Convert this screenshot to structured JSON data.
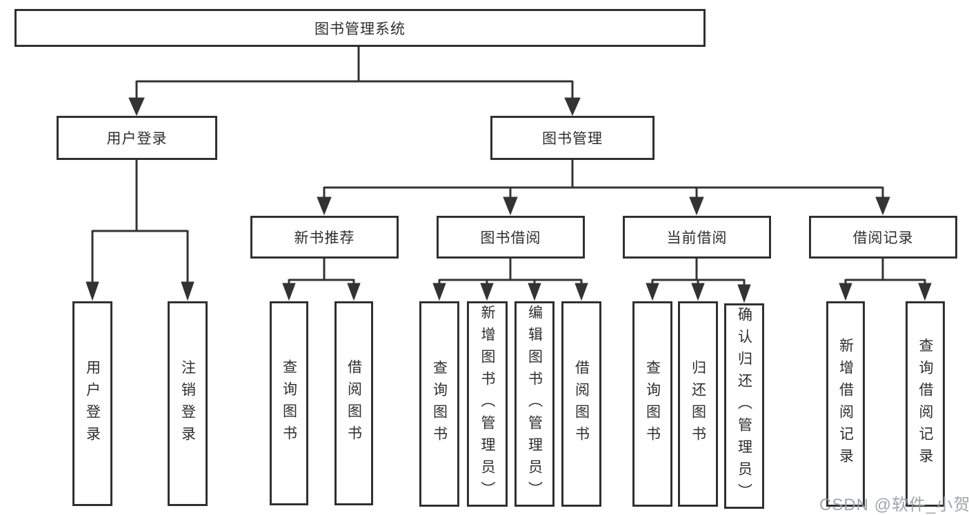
{
  "diagram": {
    "root": {
      "label": "图书管理系统"
    },
    "modules": {
      "user_login": {
        "label": "用户登录"
      },
      "book_mgmt": {
        "label": "图书管理"
      }
    },
    "submodules": {
      "new_book_rec": {
        "label": "新书推荐"
      },
      "book_borrow": {
        "label": "图书借阅"
      },
      "current_borrow": {
        "label": "当前借阅"
      },
      "borrow_records": {
        "label": "借阅记录"
      }
    },
    "leaves": {
      "user_login_login": {
        "label": "用户登录"
      },
      "user_login_logout": {
        "label": "注销登录"
      },
      "new_book_query": {
        "label": "查询图书"
      },
      "new_book_borrow": {
        "label": "借阅图书"
      },
      "borrow_query": {
        "label": "查询图书"
      },
      "borrow_add": {
        "label": "新增图书（管理员）"
      },
      "borrow_edit": {
        "label": "编辑图书（管理员）"
      },
      "borrow_borrow": {
        "label": "借阅图书"
      },
      "current_query": {
        "label": "查询图书"
      },
      "current_return": {
        "label": "归还图书"
      },
      "current_confirm": {
        "label": "确认归还（管理员）"
      },
      "records_add": {
        "label": "新增借阅记录"
      },
      "records_query": {
        "label": "查询借阅记录"
      }
    }
  },
  "watermark": {
    "text": "CSDN @软件_小贺同学"
  },
  "colors": {
    "background": "#ffffff",
    "line": "#333333",
    "node_border": "#303030",
    "node_text": "#2e2e2e",
    "watermark_text": "#9a9da0"
  }
}
